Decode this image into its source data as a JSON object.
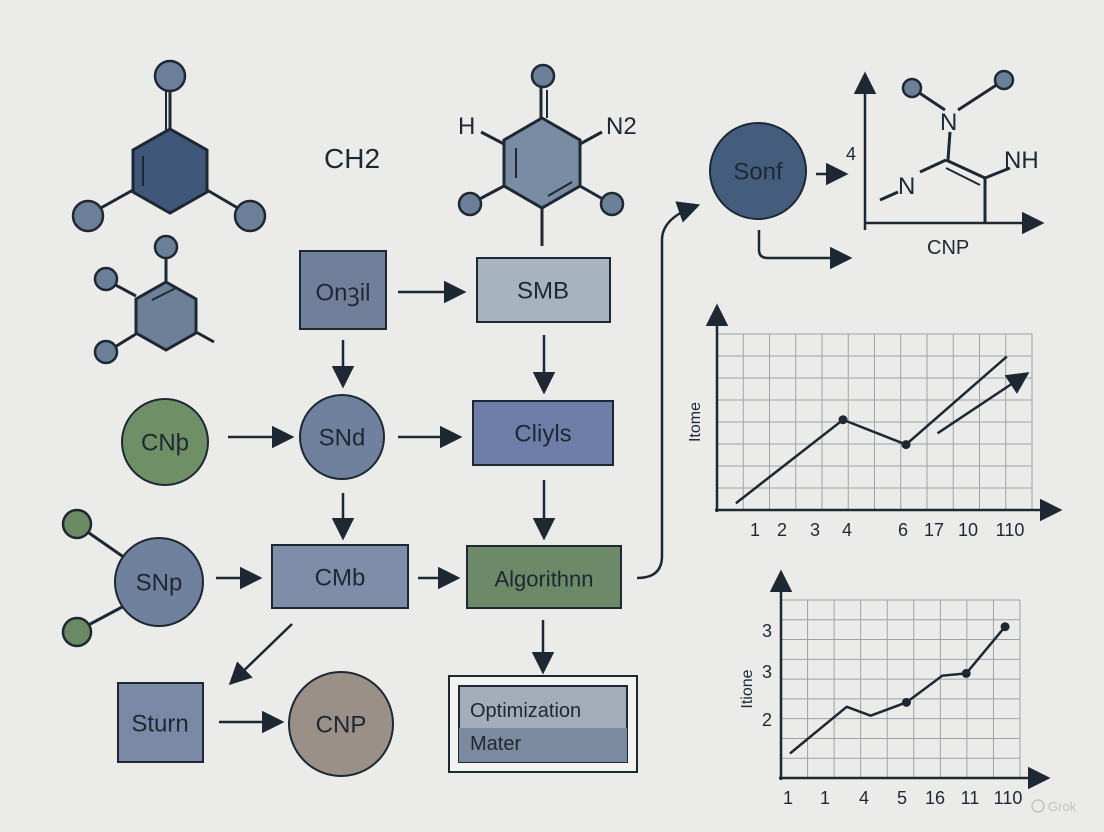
{
  "colors": {
    "background": "#ebebea",
    "atom_blue": "#6b7f99",
    "atom_dark": "#3d5575",
    "atom_green": "#6b8a63",
    "box_slate": "#727f9b",
    "box_light": "#a7b4c0",
    "box_indigo": "#6e7ea8",
    "box_green": "#6d8a68",
    "circle_green": "#6f8f66",
    "circle_blue": "#6f819c",
    "circle_tan": "#9b9088",
    "circle_navy": "#455d7d",
    "ink": "#1e2833"
  },
  "molecules": {
    "formula": "CH2",
    "ring_h_label": "H",
    "ring_n2_label": "N2",
    "top_right_n_top": "N",
    "top_right_n_left": "N",
    "top_right_nh": "NH",
    "top_right_cnp": "CNP",
    "top_right_four": "4"
  },
  "flow": {
    "box_ongil": "Onꝫil",
    "box_smb": "SMB",
    "circle_cnp_green": "CNþ",
    "circle_snd": "SNd",
    "box_cliyls": "Cliyls",
    "circle_snp": "SNp",
    "box_cmb": "CMb",
    "box_algorithm": "Algorithnn",
    "box_sturn": "Sturn",
    "circle_cnp_tan": "CNP",
    "box_optimization": "Optimization",
    "box_mater": "Mater",
    "circle_sonf": "Sonf"
  },
  "chart_data": [
    {
      "type": "line",
      "ylabel": "Itome",
      "xlabel": "",
      "x_tick_labels": [
        "1",
        "2",
        "3",
        "4",
        "6",
        "17",
        "10",
        "110"
      ],
      "grid": true,
      "series": [
        {
          "points": [
            [
              0.6,
              0.3
            ],
            [
              4,
              4.0
            ],
            [
              6,
              2.9
            ],
            [
              9.2,
              6.8
            ]
          ],
          "markers": [
            4,
            6
          ]
        },
        {
          "points": [
            [
              7,
              3.4
            ],
            [
              9.8,
              6.0
            ]
          ],
          "arrow": true
        }
      ],
      "xlim": [
        0,
        10
      ],
      "ylim": [
        0,
        7.8
      ]
    },
    {
      "type": "line",
      "ylabel": "Itione",
      "xlabel": "",
      "x_tick_labels": [
        "1",
        "1",
        "4",
        "5",
        "16",
        "11",
        "110"
      ],
      "y_tick_labels": [
        "2",
        "3",
        "3"
      ],
      "grid": true,
      "series": [
        {
          "points": [
            [
              0.3,
              1.1
            ],
            [
              2.2,
              3.2
            ],
            [
              3,
              2.8
            ],
            [
              4.2,
              3.4
            ],
            [
              5.4,
              4.6
            ],
            [
              6.2,
              4.7
            ],
            [
              7.5,
              6.8
            ]
          ],
          "markers": [
            4.2,
            6.2,
            7.5
          ]
        }
      ],
      "xlim": [
        0,
        8
      ],
      "ylim": [
        0,
        8
      ]
    }
  ],
  "watermark": "Grok"
}
